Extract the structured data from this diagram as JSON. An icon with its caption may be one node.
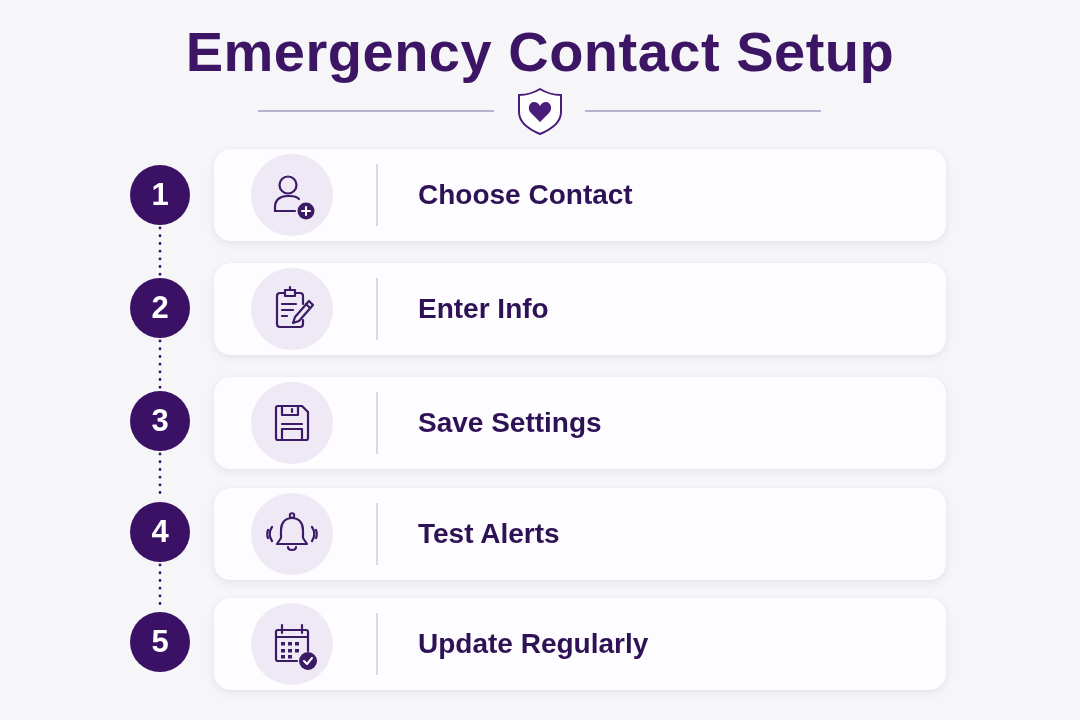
{
  "diagram": {
    "title": "Emergency Contact Setup",
    "nodes": [
      {
        "text": [
          "1"
        ]
      },
      {
        "text": [
          "Choose Contact"
        ]
      },
      {
        "text": [
          "2"
        ]
      },
      {
        "text": [
          "Enter Info"
        ]
      },
      {
        "text": [
          "3"
        ]
      },
      {
        "text": [
          "Save Settings"
        ]
      },
      {
        "text": [
          "4"
        ]
      },
      {
        "text": [
          "Test Alerts"
        ]
      },
      {
        "text": [
          "5"
        ]
      },
      {
        "text": [
          "Update Regularly"
        ]
      }
    ],
    "edges": [
      {
        "from": 0,
        "to": 2,
        "arrow": "none",
        "style": "dashed"
      },
      {
        "from": 2,
        "to": 4,
        "arrow": "none",
        "style": "dashed"
      },
      {
        "from": 4,
        "to": 6,
        "arrow": "none",
        "style": "dashed"
      },
      {
        "from": 6,
        "to": 8,
        "arrow": "none",
        "style": "dashed"
      }
    ]
  }
}
